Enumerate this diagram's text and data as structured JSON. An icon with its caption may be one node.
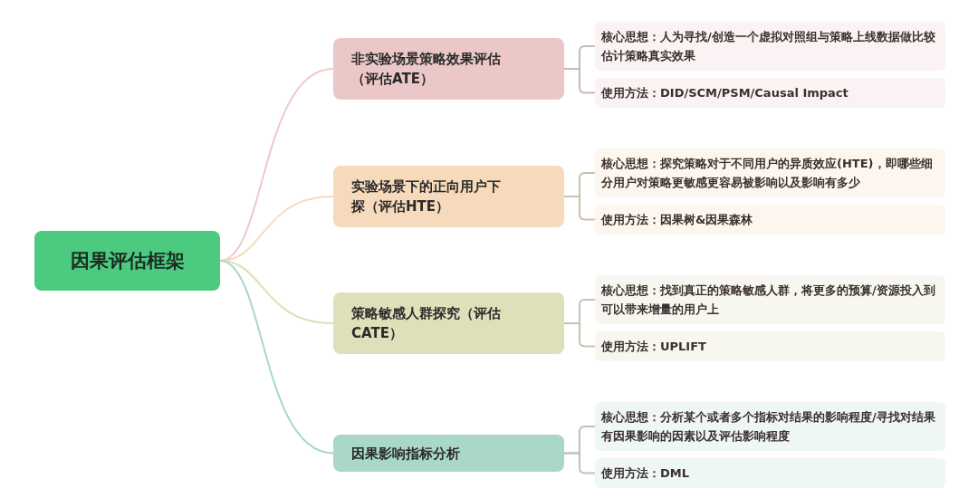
{
  "diagram": {
    "nodes": [
      {
        "text": [
          "因果评估框架"
        ]
      },
      {
        "text": [
          "非实验场景策略效果评估（评估ATE）"
        ]
      },
      {
        "text": [
          "核心思想：人为寻找/创造一个虚拟对照组与策略上线数据做比较估计策略真实效果"
        ]
      },
      {
        "text": [
          "使用方法：DID/SCM/PSM/Causal Impact"
        ]
      },
      {
        "text": [
          "实验场景下的正向用户下探（评估HTE）"
        ]
      },
      {
        "text": [
          "核心思想：探究策略对于不同用户的异质效应(HTE)，即哪些细分用户对策略更敏感更容易被影响以及影响有多少"
        ]
      },
      {
        "text": [
          "使用方法：因果树&因果森林"
        ]
      },
      {
        "text": [
          "策略敏感人群探究（评估CATE）"
        ]
      },
      {
        "text": [
          "核心思想：找到真正的策略敏感人群，将更多的预算/资源投入到可以带来增量的用户上"
        ]
      },
      {
        "text": [
          "使用方法：UPLIFT"
        ]
      },
      {
        "text": [
          "因果影响指标分析"
        ]
      },
      {
        "text": [
          "核心思想：分析某个或者多个指标对结果的影响程度/寻找对结果有因果影响的因素以及评估影响程度"
        ]
      },
      {
        "text": [
          "使用方法：DML"
        ]
      }
    ],
    "edges": [
      {
        "from": 0,
        "to": 1,
        "arrow": "none",
        "color": "#f0c8c8"
      },
      {
        "from": 1,
        "to": 2,
        "arrow": "none",
        "color": "#c9b8b8"
      },
      {
        "from": 1,
        "to": 3,
        "arrow": "none",
        "color": "#c9b8b8"
      },
      {
        "from": 0,
        "to": 4,
        "arrow": "none",
        "color": "#f5dcbc"
      },
      {
        "from": 4,
        "to": 5,
        "arrow": "none",
        "color": "#cdbfae"
      },
      {
        "from": 4,
        "to": 6,
        "arrow": "none",
        "color": "#cdbfae"
      },
      {
        "from": 0,
        "to": 7,
        "arrow": "none",
        "color": "#dedfb8"
      },
      {
        "from": 7,
        "to": 8,
        "arrow": "none",
        "color": "#c4c4b4"
      },
      {
        "from": 7,
        "to": 9,
        "arrow": "none",
        "color": "#c4c4b4"
      },
      {
        "from": 0,
        "to": 10,
        "arrow": "none",
        "color": "#a8d8cc"
      },
      {
        "from": 10,
        "to": 11,
        "arrow": "none",
        "color": "#b4c4c2"
      },
      {
        "from": 10,
        "to": 12,
        "arrow": "none",
        "color": "#b4c4c2"
      }
    ]
  }
}
